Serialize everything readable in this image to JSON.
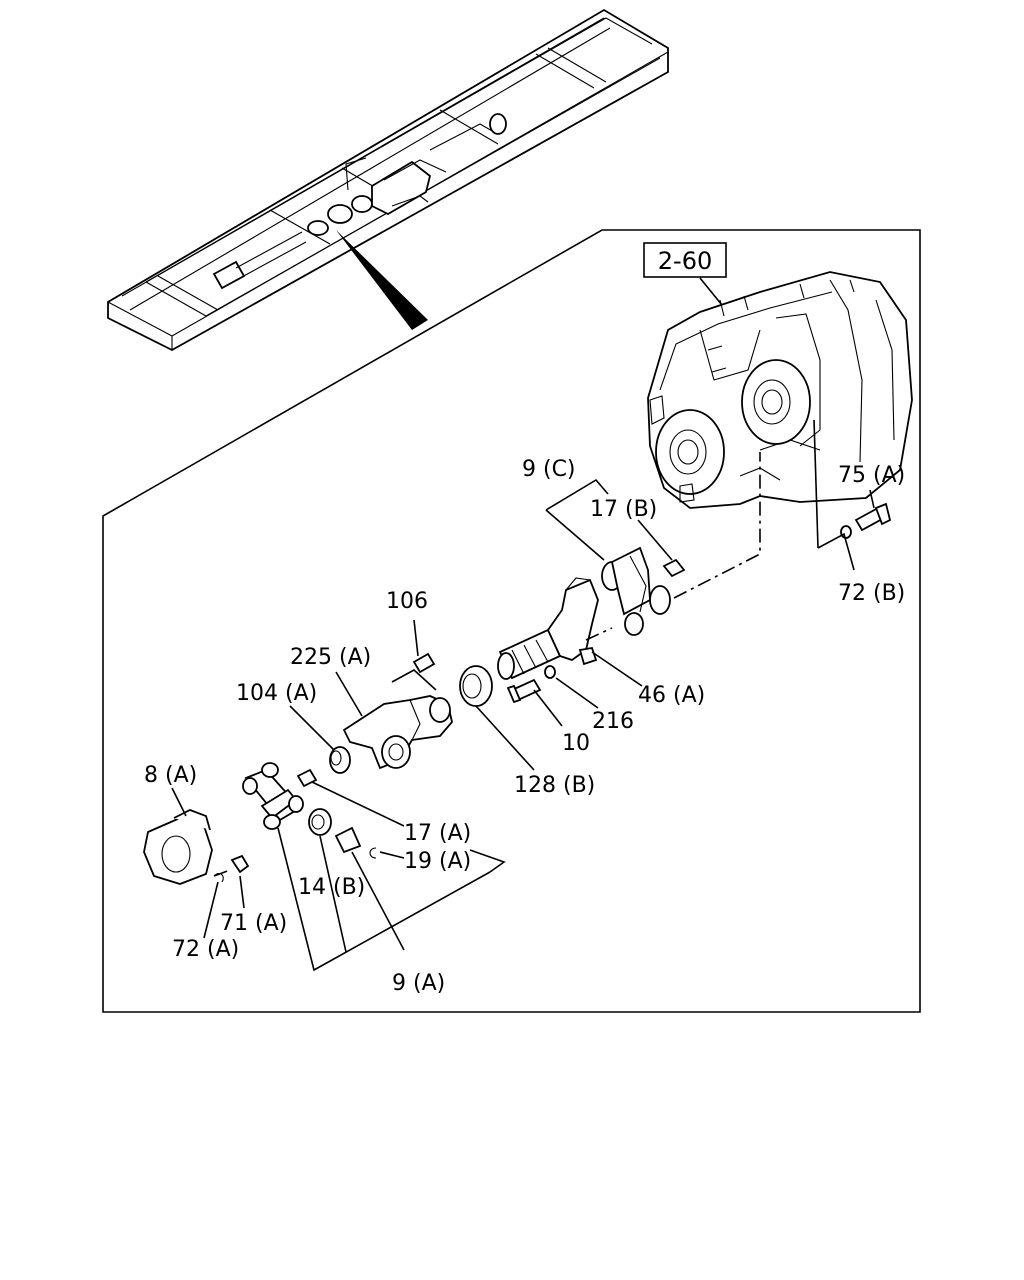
{
  "reference_box": {
    "text": "2-60"
  },
  "callouts": {
    "c_9C": "9 (C)",
    "c_17B": "17 (B)",
    "c_75A": "75 (A)",
    "c_72B": "72 (B)",
    "c_106": "106",
    "c_225A": "225 (A)",
    "c_104A": "104 (A)",
    "c_46A": "46 (A)",
    "c_216": "216",
    "c_10": "10",
    "c_128B": "128 (B)",
    "c_8A": "8 (A)",
    "c_17A": "17 (A)",
    "c_19A": "19 (A)",
    "c_14B": "14 (B)",
    "c_71A": "71 (A)",
    "c_72A": "72 (A)",
    "c_9A": "9 (A)"
  }
}
